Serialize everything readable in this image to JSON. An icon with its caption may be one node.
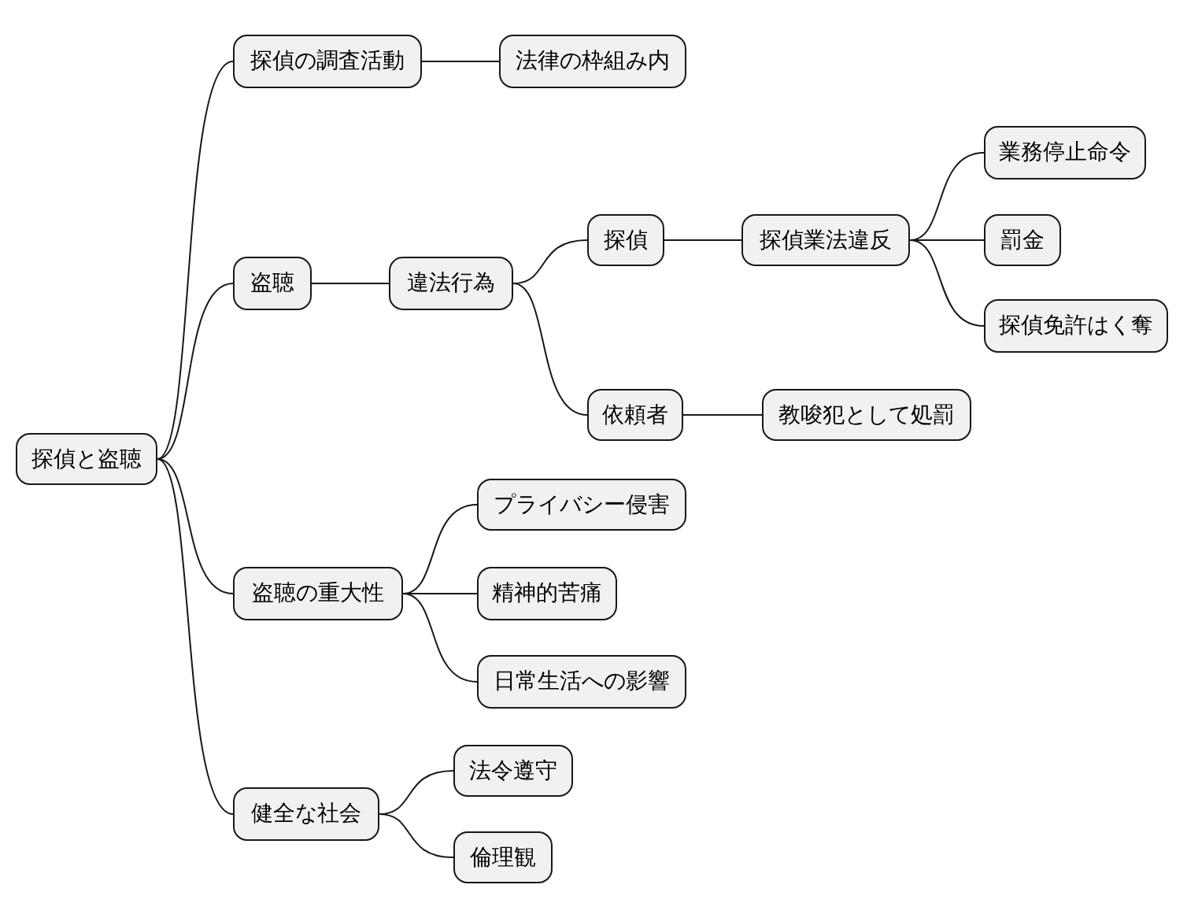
{
  "diagram": {
    "nodes": [
      {
        "text": [
          "探偵と盗聴"
        ]
      },
      {
        "text": [
          "探偵の調査活動"
        ]
      },
      {
        "text": [
          "法律の枠組み内"
        ]
      },
      {
        "text": [
          "盗聴"
        ]
      },
      {
        "text": [
          "違法行為"
        ]
      },
      {
        "text": [
          "探偵"
        ]
      },
      {
        "text": [
          "探偵業法違反"
        ]
      },
      {
        "text": [
          "業務停止命令"
        ]
      },
      {
        "text": [
          "罰金"
        ]
      },
      {
        "text": [
          "探偵免許はく奪"
        ]
      },
      {
        "text": [
          "依頼者"
        ]
      },
      {
        "text": [
          "教唆犯として処罰"
        ]
      },
      {
        "text": [
          "盗聴の重大性"
        ]
      },
      {
        "text": [
          "プライバシー侵害"
        ]
      },
      {
        "text": [
          "精神的苦痛"
        ]
      },
      {
        "text": [
          "日常生活への影響"
        ]
      },
      {
        "text": [
          "健全な社会"
        ]
      },
      {
        "text": [
          "法令遵守"
        ]
      },
      {
        "text": [
          "倫理観"
        ]
      }
    ],
    "edges": [
      {
        "from": 0,
        "to": 1,
        "arrow": "none"
      },
      {
        "from": 1,
        "to": 2,
        "arrow": "none"
      },
      {
        "from": 0,
        "to": 3,
        "arrow": "none"
      },
      {
        "from": 3,
        "to": 4,
        "arrow": "none"
      },
      {
        "from": 4,
        "to": 5,
        "arrow": "none"
      },
      {
        "from": 5,
        "to": 6,
        "arrow": "none"
      },
      {
        "from": 6,
        "to": 7,
        "arrow": "none"
      },
      {
        "from": 6,
        "to": 8,
        "arrow": "none"
      },
      {
        "from": 6,
        "to": 9,
        "arrow": "none"
      },
      {
        "from": 4,
        "to": 10,
        "arrow": "none"
      },
      {
        "from": 10,
        "to": 11,
        "arrow": "none"
      },
      {
        "from": 0,
        "to": 12,
        "arrow": "none"
      },
      {
        "from": 12,
        "to": 13,
        "arrow": "none"
      },
      {
        "from": 12,
        "to": 14,
        "arrow": "none"
      },
      {
        "from": 12,
        "to": 15,
        "arrow": "none"
      },
      {
        "from": 0,
        "to": 16,
        "arrow": "none"
      },
      {
        "from": 16,
        "to": 17,
        "arrow": "none"
      },
      {
        "from": 16,
        "to": 18,
        "arrow": "none"
      }
    ]
  }
}
